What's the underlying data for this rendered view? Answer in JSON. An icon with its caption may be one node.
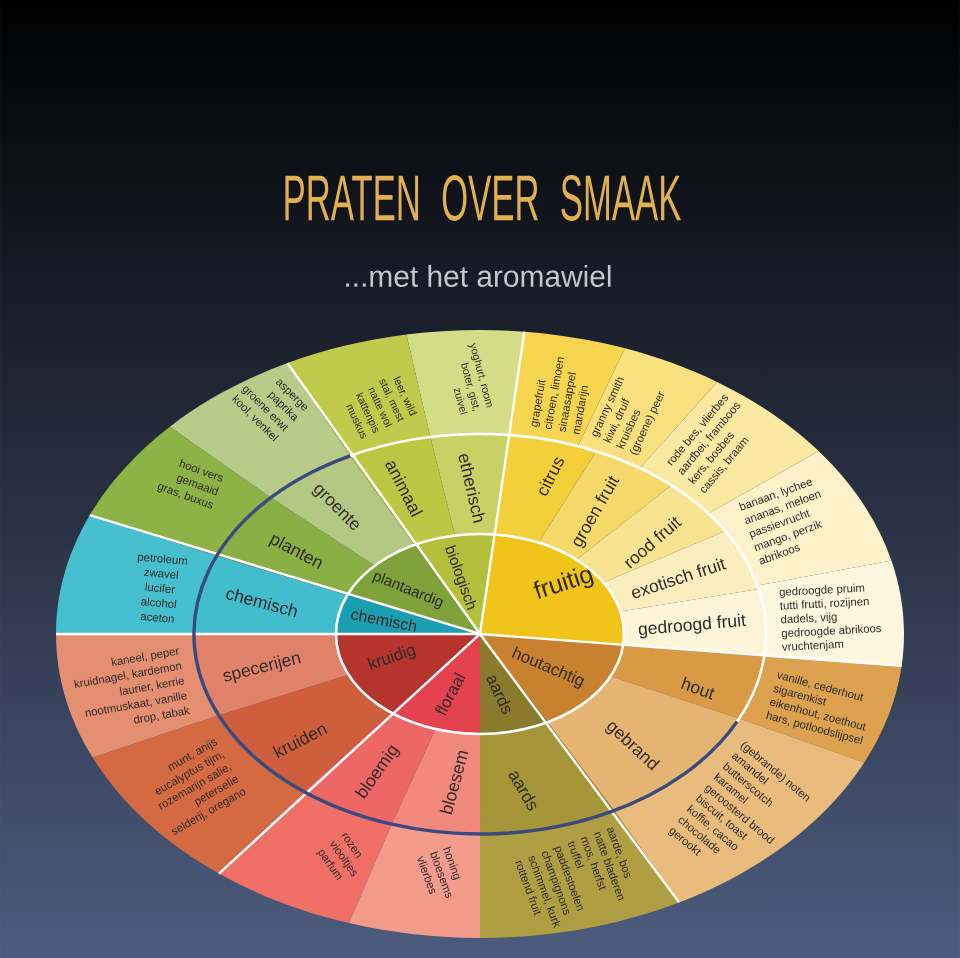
{
  "diagram": {
    "title": "PRATEN OVER SMAAK",
    "nodes": [
      {
        "text": [
          "fruitig"
        ]
      },
      {
        "text": [
          "houtachtig"
        ]
      },
      {
        "text": [
          "aards"
        ]
      },
      {
        "text": [
          "floraal"
        ]
      },
      {
        "text": [
          "kruidig"
        ]
      },
      {
        "text": [
          "chemisch"
        ]
      },
      {
        "text": [
          "plantaardig"
        ]
      },
      {
        "text": [
          "biologisch"
        ]
      },
      {
        "text": [
          "citrus"
        ]
      },
      {
        "text": [
          "groen fruit"
        ]
      },
      {
        "text": [
          "rood fruit"
        ]
      },
      {
        "text": [
          "exotisch fruit"
        ]
      },
      {
        "text": [
          "gedroogd fruit"
        ]
      },
      {
        "text": [
          "hout"
        ]
      },
      {
        "text": [
          "gebrand"
        ]
      },
      {
        "text": [
          "aards"
        ]
      },
      {
        "text": [
          "bloesem"
        ]
      },
      {
        "text": [
          "bloemig"
        ]
      },
      {
        "text": [
          "kruiden"
        ]
      },
      {
        "text": [
          "specerijen"
        ]
      },
      {
        "text": [
          "chemisch"
        ]
      },
      {
        "text": [
          "planten"
        ]
      },
      {
        "text": [
          "groente"
        ]
      },
      {
        "text": [
          "animaal"
        ]
      },
      {
        "text": [
          "etherisch"
        ]
      },
      {
        "text": [
          "grapefruit citroen, limoen sinaasappel mandarijn"
        ]
      },
      {
        "text": [
          "granny smith kiwi, druif kruisbes (groene) peer"
        ]
      },
      {
        "text": [
          "rode bes, vlierbes aardbei, framboos kers, bosbes cassis, braam"
        ]
      },
      {
        "text": [
          "banaan, lychee ananas, meloen passievrucht mango, perzik abrikoos"
        ]
      },
      {
        "text": [
          "gedroogde pruim tutti frutti, rozijnen dadels, vijg gedroogde abrikoos vruchtenjam"
        ]
      },
      {
        "text": [
          "vanille, cederhout sigarenkist eikenhout, zoethout hars, potloodslijpsel"
        ]
      },
      {
        "text": [
          "(gebrande) noten amandel butterscotch karamel geroosterd brood biscuit, toast koffie, cacao chocolade gerookt"
        ]
      },
      {
        "text": [
          "aarde, bos natte bladeren mos, herfst truffel paddestoelen champignons schimmel, kurk rottend fruit"
        ]
      },
      {
        "text": [
          "honing bloesems vlierbes"
        ]
      },
      {
        "text": [
          "rozen viooltjes parfum"
        ]
      },
      {
        "text": [
          "munt, anijs eucalyptus tijm, rozemarijn salie, peterselie selderij, oregano"
        ]
      },
      {
        "text": [
          "kaneel, peper kruidnagel, kardemon laurier, kerrie nootmuskaat, vanille drop, tabak"
        ]
      },
      {
        "text": [
          "petroleum zwavel lucifer alcohol aceton"
        ]
      },
      {
        "text": [
          "hooi vers gemaaid gras, buxus"
        ]
      },
      {
        "text": [
          "asperge paprika groene erwt kool, venkel"
        ]
      },
      {
        "text": [
          "leer, wild stal, mest natte wol kattenpis muskus"
        ]
      },
      {
        "text": [
          "yoghurt, room boter, gist, zuivel"
        ]
      }
    ],
    "labels": [
      "...met het aromawiel"
    ]
  }
}
